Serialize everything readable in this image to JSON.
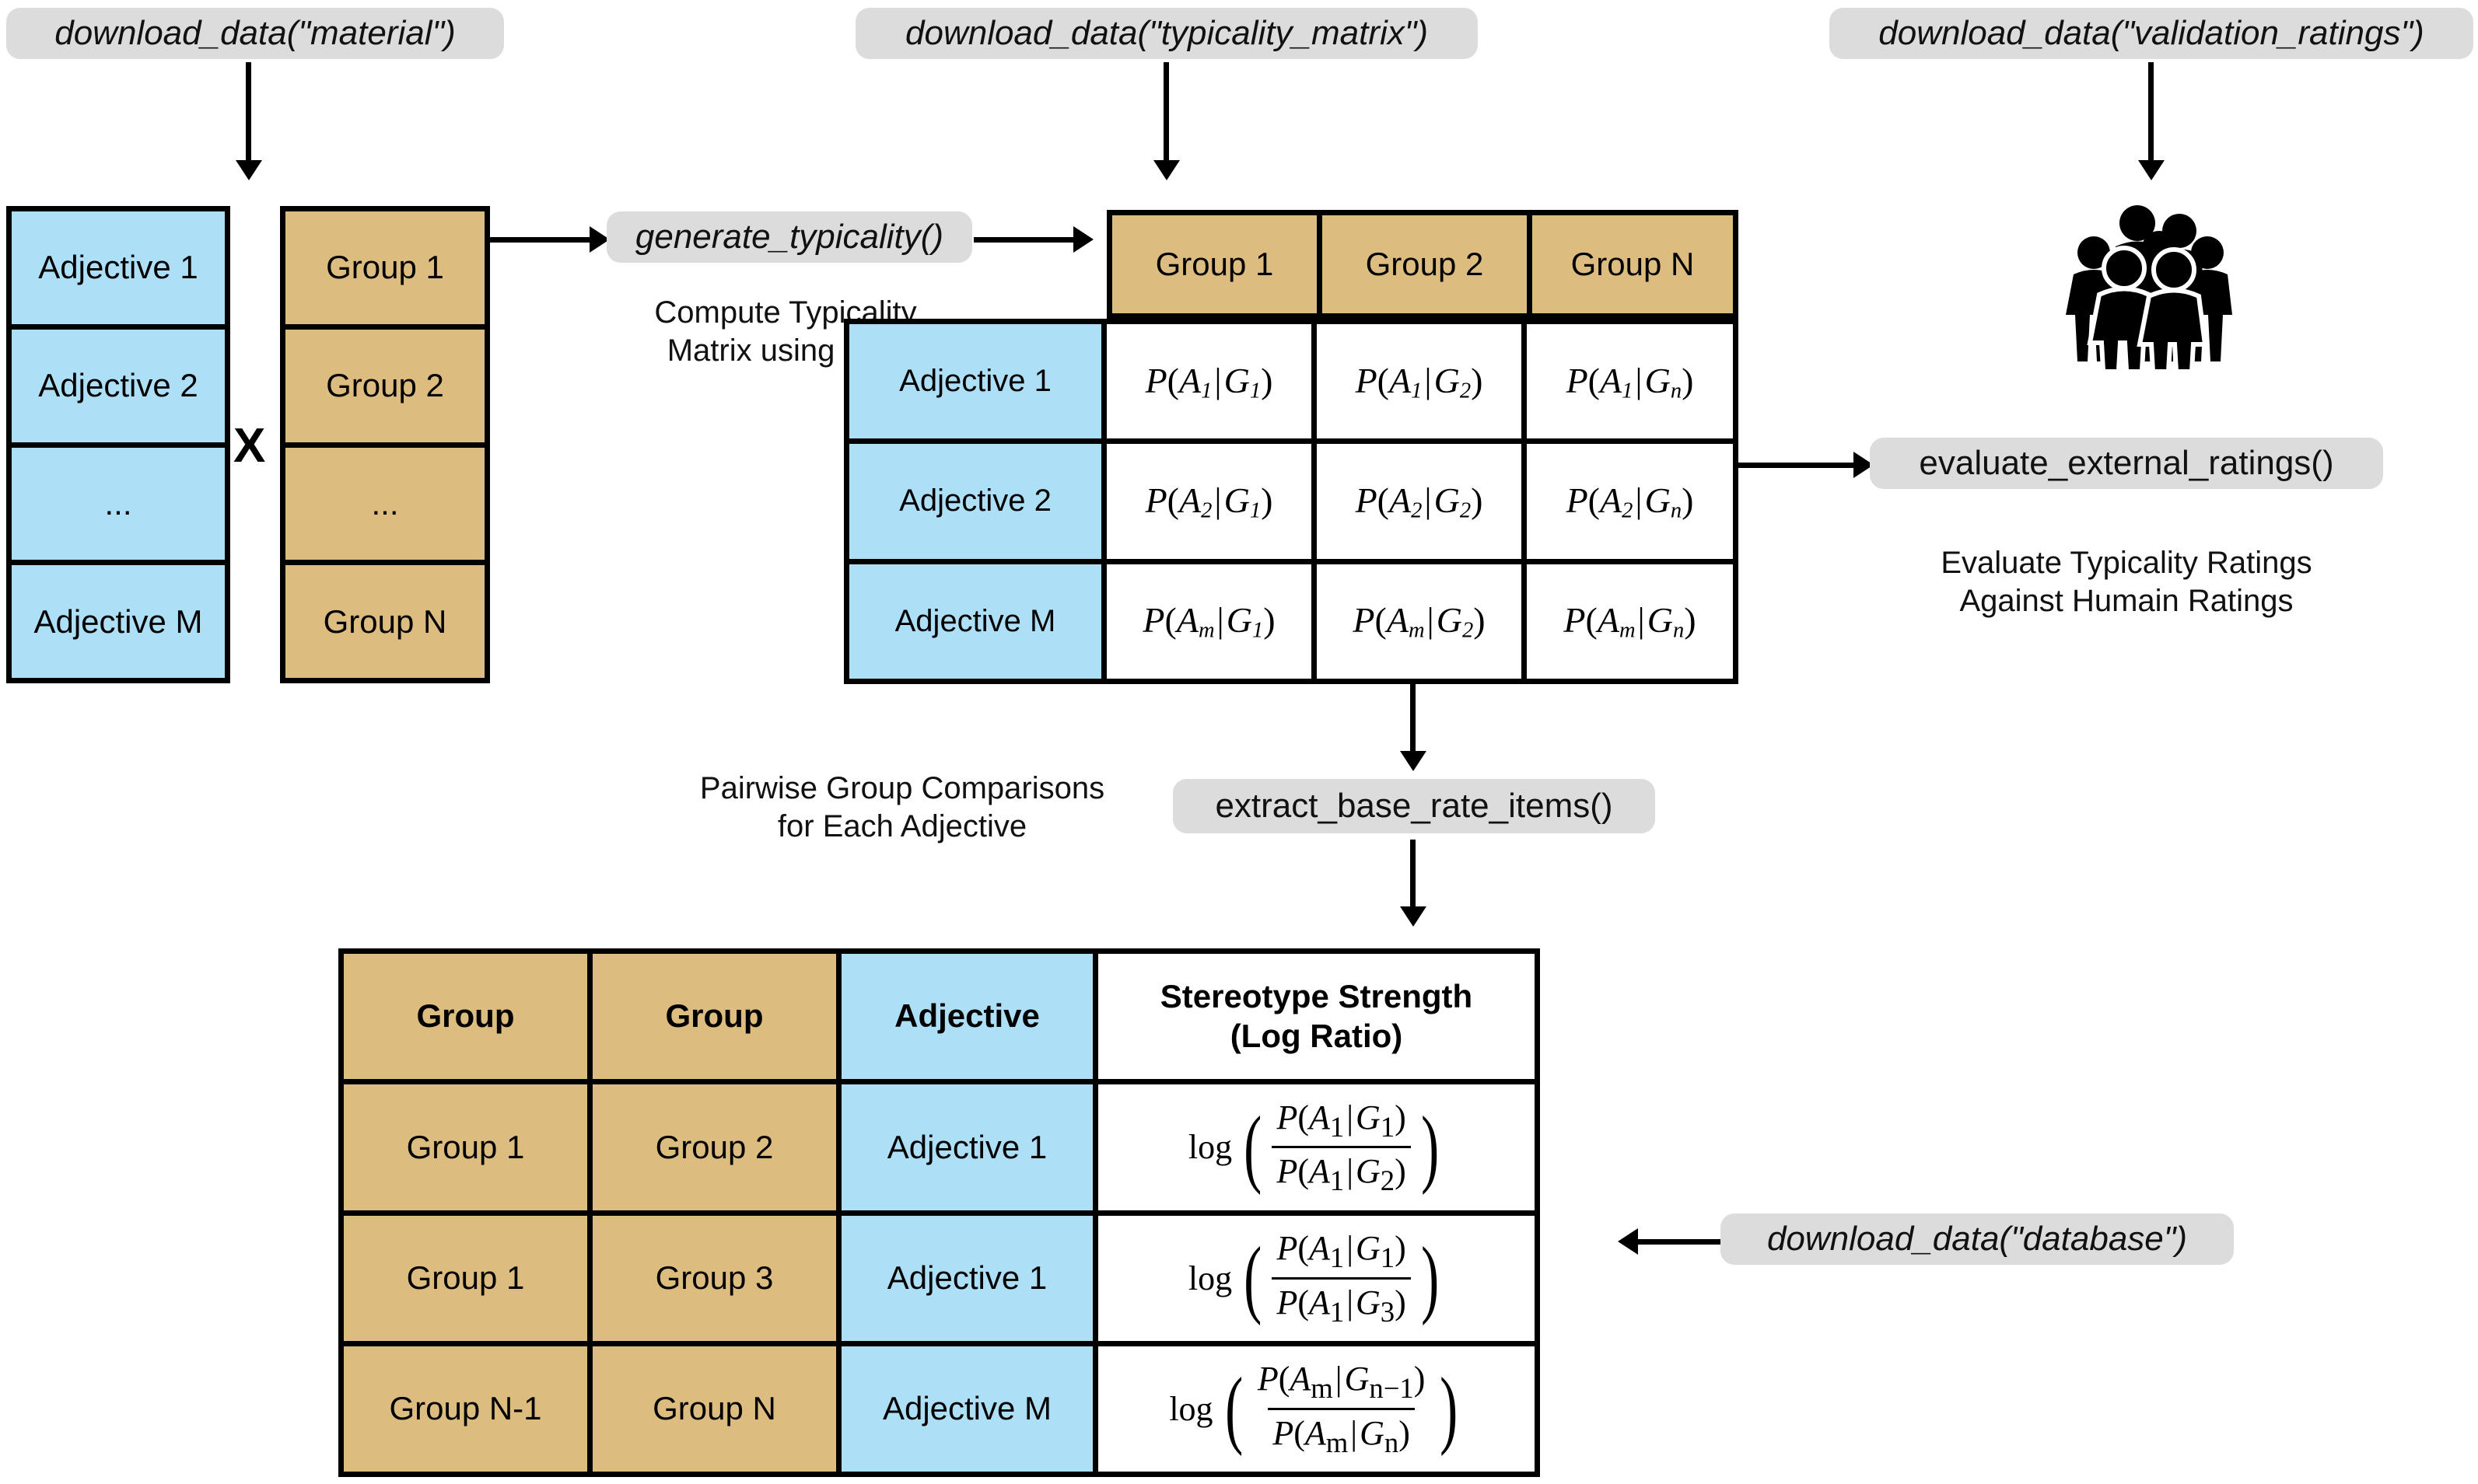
{
  "colors": {
    "blue": "#ade0f7",
    "tan": "#ddbc80",
    "pill_gray": "#dcdcdc",
    "stroke": "#000000",
    "background": "#ffffff"
  },
  "pills": {
    "material": "download_data(\"material\")",
    "typicality_matrix": "download_data(\"typicality_matrix\")",
    "validation_ratings": "download_data(\"validation_ratings\")",
    "generate_typicality": "generate_typicality()",
    "evaluate_external_ratings": "evaluate_external_ratings()",
    "extract_base_rate_items": "extract_base_rate_items()",
    "database": "download_data(\"database\")"
  },
  "captions": {
    "compute_typicality": "Compute Typicality\nMatrix using LLM",
    "evaluate_human": "Evaluate Typicality Ratings\nAgainst Humain Ratings",
    "pairwise": "Pairwise Group Comparisons\nfor Each Adjective"
  },
  "operators": {
    "cross": "X"
  },
  "adjective_list": {
    "items": [
      "Adjective 1",
      "Adjective 2",
      "...",
      "Adjective M"
    ]
  },
  "group_list": {
    "items": [
      "Group 1",
      "Group 2",
      "...",
      "Group N"
    ]
  },
  "typicality_matrix": {
    "column_headers": [
      "Group 1",
      "Group 2",
      "Group N"
    ],
    "row_headers": [
      "Adjective 1",
      "Adjective 2",
      "Adjective M"
    ],
    "cells": [
      [
        {
          "p": "P",
          "a": "A",
          "asub": "1",
          "g": "G",
          "gsub": "1"
        },
        {
          "p": "P",
          "a": "A",
          "asub": "1",
          "g": "G",
          "gsub": "2"
        },
        {
          "p": "P",
          "a": "A",
          "asub": "1",
          "g": "G",
          "gsub": "n"
        }
      ],
      [
        {
          "p": "P",
          "a": "A",
          "asub": "2",
          "g": "G",
          "gsub": "1"
        },
        {
          "p": "P",
          "a": "A",
          "asub": "2",
          "g": "G",
          "gsub": "2"
        },
        {
          "p": "P",
          "a": "A",
          "asub": "2",
          "g": "G",
          "gsub": "n"
        }
      ],
      [
        {
          "p": "P",
          "a": "A",
          "asub": "m",
          "g": "G",
          "gsub": "1"
        },
        {
          "p": "P",
          "a": "A",
          "asub": "m",
          "g": "G",
          "gsub": "2"
        },
        {
          "p": "P",
          "a": "A",
          "asub": "m",
          "g": "G",
          "gsub": "n"
        }
      ]
    ]
  },
  "results_table": {
    "headers": [
      "Group",
      "Group",
      "Adjective",
      "Stereotype Strength\n(Log Ratio)"
    ],
    "rows": [
      {
        "group_a": "Group 1",
        "group_b": "Group 2",
        "adjective": "Adjective 1",
        "formula": {
          "log": "log",
          "num": {
            "p": "P",
            "a": "A",
            "asub": "1",
            "g": "G",
            "gsub": "1"
          },
          "den": {
            "p": "P",
            "a": "A",
            "asub": "1",
            "g": "G",
            "gsub": "2"
          }
        }
      },
      {
        "group_a": "Group 1",
        "group_b": "Group 3",
        "adjective": "Adjective 1",
        "formula": {
          "log": "log",
          "num": {
            "p": "P",
            "a": "A",
            "asub": "1",
            "g": "G",
            "gsub": "1"
          },
          "den": {
            "p": "P",
            "a": "A",
            "asub": "1",
            "g": "G",
            "gsub": "3"
          }
        }
      },
      {
        "group_a": "Group N-1",
        "group_b": "Group N",
        "adjective": "Adjective M",
        "formula": {
          "log": "log",
          "num": {
            "p": "P",
            "a": "A",
            "asub": "m",
            "g": "G",
            "gsub": "n−1"
          },
          "den": {
            "p": "P",
            "a": "A",
            "asub": "m",
            "g": "G",
            "gsub": "n"
          }
        }
      }
    ]
  },
  "icons": {
    "people": "people-group-icon"
  }
}
